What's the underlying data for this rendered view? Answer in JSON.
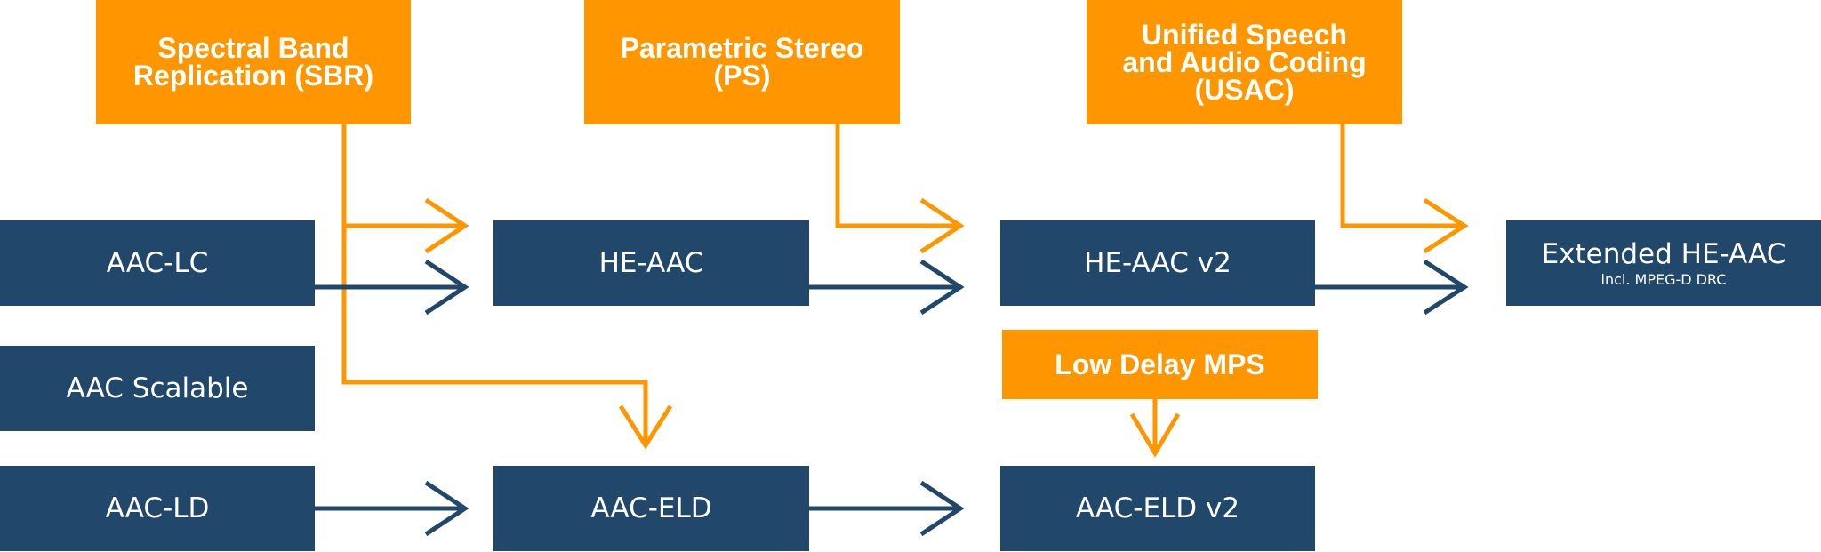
{
  "boxes": {
    "sbr": [
      "Spectral Band",
      "Replication (SBR)"
    ],
    "ps": [
      "Parametric Stereo",
      "(PS)"
    ],
    "usac": [
      "Unified Speech",
      "and Audio Coding",
      "(USAC)"
    ],
    "ldmps": "Low Delay MPS",
    "aaclc": "AAC-LC",
    "heaac": "HE-AAC",
    "heaacv2": "HE-AAC v2",
    "xheaac": {
      "title": "Extended HE-AAC",
      "sub": "incl. MPEG-D DRC"
    },
    "aacscalable": "AAC Scalable",
    "aacld": "AAC-LD",
    "aaceld": "AAC-ELD",
    "aaceldv2": "AAC-ELD v2"
  },
  "colors": {
    "orange": "#ff9600",
    "blue": "#21476a",
    "text": "#ffffff"
  }
}
